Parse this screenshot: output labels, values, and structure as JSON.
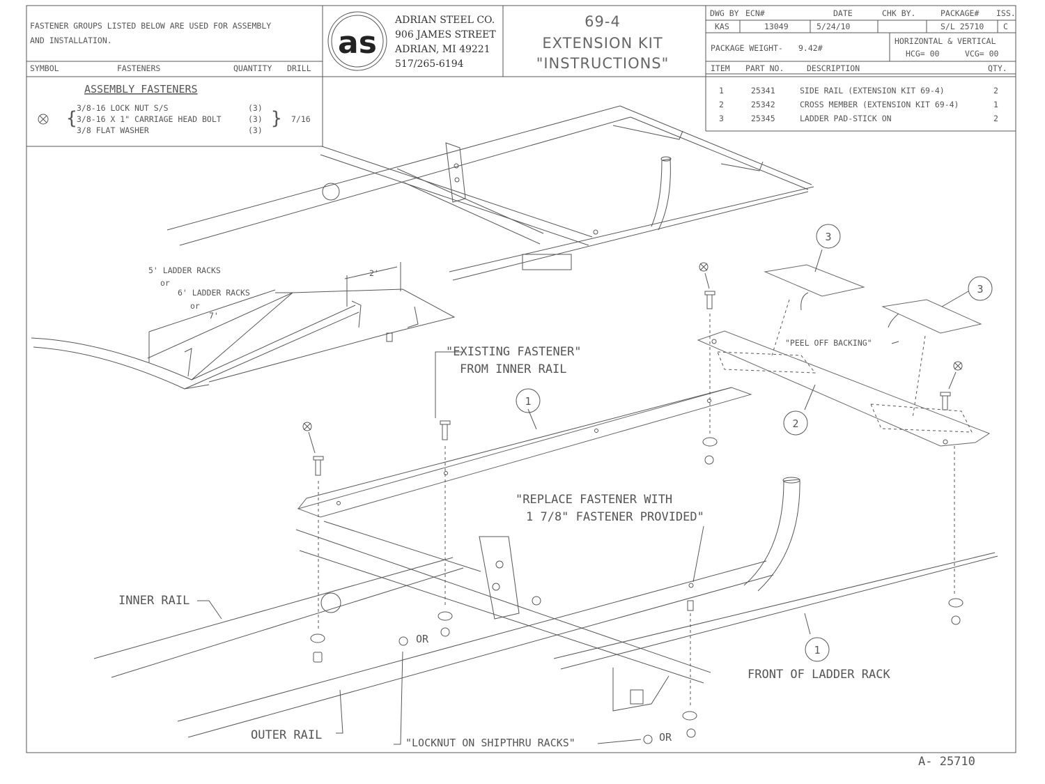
{
  "fastener_box": {
    "intro_line1": "FASTENER GROUPS LISTED BELOW ARE USED FOR ASSEMBLY",
    "intro_line2": "AND INSTALLATION.",
    "col_symbol": "SYMBOL",
    "col_fasteners": "FASTENERS",
    "col_quantity": "QUANTITY",
    "col_drill": "DRILL",
    "group_title": "ASSEMBLY FASTENERS",
    "items": [
      {
        "name": "3/8-16 LOCK NUT  S/S",
        "qty": "(3)"
      },
      {
        "name": "3/8-16 X 1\" CARRIAGE HEAD BOLT",
        "qty": "(3)"
      },
      {
        "name": "3/8 FLAT WASHER",
        "qty": "(3)"
      }
    ],
    "drill": "7/16"
  },
  "company": {
    "logo_text": "as",
    "name": "ADRIAN STEEL CO.",
    "street": "906 JAMES STREET",
    "city": "ADRIAN, MI 49221",
    "phone": "517/265-6194"
  },
  "title": {
    "number": "69-4",
    "line1": "EXTENSION KIT",
    "line2": "\"INSTRUCTIONS\""
  },
  "title_block": {
    "h_dwg_by": "DWG BY",
    "h_ecn": "ECN#",
    "h_date": "DATE",
    "h_chk_by": "CHK BY.",
    "h_package": "PACKAGE#",
    "h_iss": "ISS.",
    "dwg_by": "KAS",
    "ecn": "13049",
    "date": "5/24/10",
    "chk_by": "",
    "package": "S/L 25710",
    "iss": "C",
    "weight_label": "PACKAGE WEIGHT-",
    "weight_value": "9.42#",
    "hv_label": "HORIZONTAL & VERTICAL",
    "hcg": "HCG= 00",
    "vcg": "VCG= 00"
  },
  "parts_list": {
    "h_item": "ITEM",
    "h_part": "PART NO.",
    "h_desc": "DESCRIPTION",
    "h_qty": "QTY.",
    "rows": [
      {
        "item": "1",
        "part": "25341",
        "desc": "SIDE RAIL (EXTENSION KIT 69-4)",
        "qty": "2"
      },
      {
        "item": "2",
        "part": "25342",
        "desc": "CROSS MEMBER (EXTENSION KIT 69-4)",
        "qty": "1"
      },
      {
        "item": "3",
        "part": "25345",
        "desc": "LADDER PAD-STICK ON",
        "qty": "2"
      }
    ]
  },
  "annotations": {
    "rack5": "5' LADDER RACKS",
    "or1": "or",
    "rack6": "6' LADDER RACKS",
    "or2": "or",
    "dim7": "7'",
    "dim2": "2'",
    "existing1": "\"EXISTING FASTENER\"",
    "existing2": "FROM INNER RAIL",
    "peel": "\"PEEL OFF BACKING\"",
    "replace1": "\"REPLACE FASTENER WITH",
    "replace2": "1 7/8\" FASTENER PROVIDED\"",
    "inner_rail": "INNER RAIL",
    "outer_rail": "OUTER RAIL",
    "front": "FRONT OF LADDER RACK",
    "locknut": "\"LOCKNUT ON SHIPTHRU RACKS\"",
    "or_a": "OR",
    "or_b": "OR"
  },
  "balloons": {
    "b1a": "1",
    "b1b": "1",
    "b2": "2",
    "b3a": "3",
    "b3b": "3"
  },
  "drawing_number": "A-  25710"
}
